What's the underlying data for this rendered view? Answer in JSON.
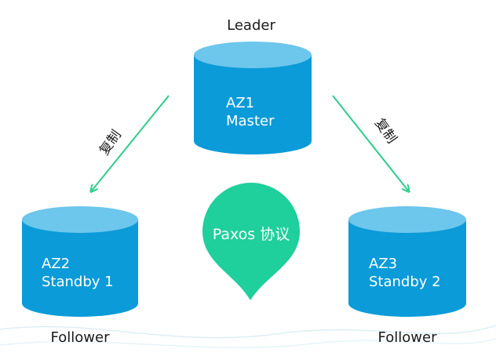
{
  "colors": {
    "cylinder_body": "#0b9bd8",
    "cylinder_top": "#6dc6ec",
    "arrow": "#2ecc8a",
    "paxos": "#1fcf9c",
    "label_dark": "#1a1a1a",
    "label_light": "#ffffff",
    "wave": "#cfeaf2"
  },
  "leader": {
    "role_label": "Leader",
    "line1": "AZ1",
    "line2": "Master"
  },
  "follower_left": {
    "role_label": "Follower",
    "line1": "AZ2",
    "line2": "Standby 1"
  },
  "follower_right": {
    "role_label": "Follower",
    "line1": "AZ3",
    "line2": "Standby 2"
  },
  "replication": {
    "left_label": "复制",
    "right_label": "复制"
  },
  "paxos": {
    "label": "Paxos 协议"
  }
}
